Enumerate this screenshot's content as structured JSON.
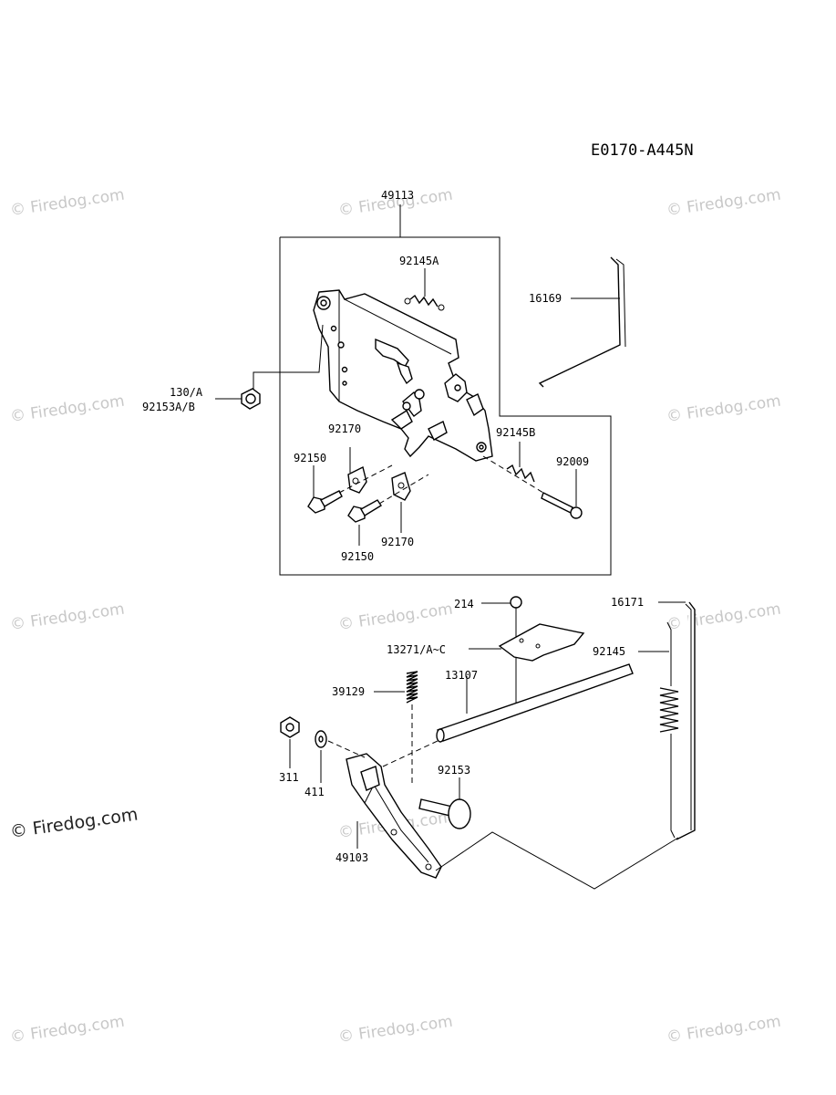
{
  "diagram_code": "E0170-A445N",
  "watermark": "© Firedog.com",
  "labels": {
    "l49113": "49113",
    "l92145A": "92145A",
    "l16169": "16169",
    "l130A": "130/A",
    "l92153AB": "92153A/B",
    "l92170a": "92170",
    "l92145B": "92145B",
    "l92150a": "92150",
    "l92009": "92009",
    "l92170b": "92170",
    "l92150b": "92150",
    "l214": "214",
    "l16171": "16171",
    "l13271": "13271/A~C",
    "l92145": "92145",
    "l13107": "13107",
    "l39129": "39129",
    "l92153": "92153",
    "l311": "311",
    "l411": "411",
    "l49103": "49103"
  }
}
